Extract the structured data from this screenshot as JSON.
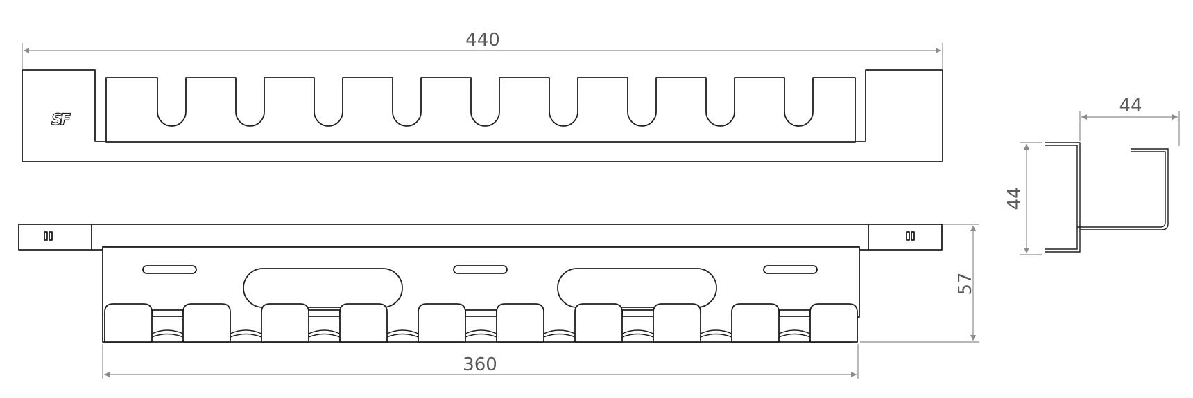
{
  "drawing": {
    "logo_text": "SF",
    "dimensions": {
      "top_length": "440",
      "bottom_length": "360",
      "height_front": "57",
      "profile_width": "44",
      "profile_height": "44"
    }
  },
  "colors": {
    "outline": "#1e1e1e",
    "dimension_line": "#8c8c8c",
    "dimension_text": "#5a5a5a"
  }
}
